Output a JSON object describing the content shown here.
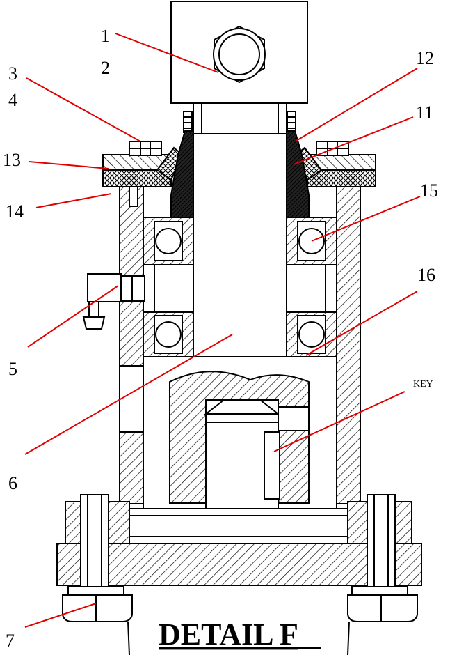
{
  "title": "DETAIL F",
  "callouts": [
    "1",
    "2",
    "3",
    "4",
    "5",
    "6",
    "7",
    "11",
    "12",
    "13",
    "14",
    "15",
    "16",
    "KEY"
  ],
  "colors": {
    "leader": "#e00000",
    "ink": "#000000"
  }
}
